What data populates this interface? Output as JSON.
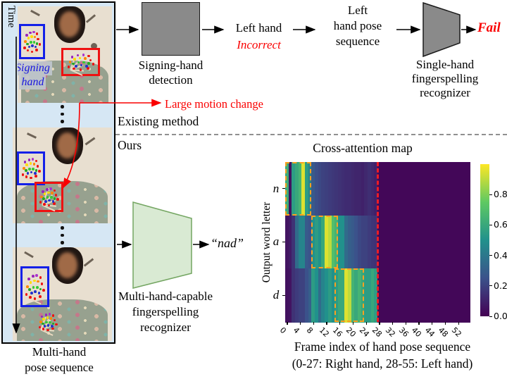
{
  "colors": {
    "panel_bg": "#d6e7f4",
    "signing_hand_box": "#1420e8",
    "non_signing_hand_box": "#ee1111",
    "signing_hand_text": "#1a16e0",
    "gray_block": "#8a8a8a",
    "green_trapezoid_fill": "#d9ead3",
    "green_trapezoid_border": "#74a662",
    "error_red": "#fa0000",
    "highlight_orange": "#ffa020",
    "red_dashed_line": "#ed1c24",
    "separator_gray": "#909090"
  },
  "left_panel": {
    "time_label": "Time",
    "signing_hand_label": [
      "Signing",
      "hand"
    ],
    "caption": [
      "Multi-hand",
      "pose sequence"
    ]
  },
  "existing": {
    "section_label": "Existing method",
    "detection_label": [
      "Signing-hand",
      "detection"
    ],
    "detection_output": [
      "Left hand",
      "Incorrect"
    ],
    "pose_seq_label": [
      "Left",
      "hand pose",
      "sequence"
    ],
    "recognizer_label": [
      "Single-hand",
      "fingerspelling",
      "recognizer"
    ],
    "fail_label": "Fail",
    "motion_label": "Large motion change"
  },
  "ours": {
    "section_label": "Ours",
    "recognizer_label": [
      "Multi-hand-capable",
      "fingerspelling",
      "recognizer"
    ],
    "output_label": "“nad”"
  },
  "chart_data": {
    "type": "heatmap",
    "title": "Cross-attention map",
    "ylabel": "Output word letter",
    "xlabel": [
      "Frame index of hand pose sequence",
      "(0-27: Right hand, 28-55: Left hand)"
    ],
    "row_labels": [
      "n",
      "a",
      "d"
    ],
    "n_frames": 56,
    "x_tick_labels": [
      0,
      4,
      8,
      12,
      16,
      20,
      24,
      28,
      32,
      36,
      40,
      44,
      48,
      52
    ],
    "colorbar_ticks": [
      0.0,
      0.2,
      0.4,
      0.6,
      0.8
    ],
    "vmin": 0.0,
    "vmax": 1.0,
    "colormap": "viridis",
    "legend_position": "right-colorbar",
    "red_dashed_line_frame": 28,
    "highlight_boxes": [
      {
        "row": 0,
        "frame_start": 0,
        "frame_end": 8
      },
      {
        "row": 1,
        "frame_start": 8,
        "frame_end": 16
      },
      {
        "row": 2,
        "frame_start": 15,
        "frame_end": 24
      }
    ],
    "series": [
      {
        "name": "n",
        "values": [
          0.62,
          0.05,
          0.55,
          0.6,
          0.65,
          0.95,
          0.55,
          0.45,
          0.28,
          0.24,
          0.22,
          0.2,
          0.19,
          0.18,
          0.17,
          0.16,
          0.15,
          0.14,
          0.13,
          0.13,
          0.12,
          0.11,
          0.11,
          0.1,
          0.12,
          0.14,
          0.12,
          0.1,
          0.02,
          0.02,
          0.02,
          0.02,
          0.02,
          0.02,
          0.02,
          0.02,
          0.02,
          0.02,
          0.02,
          0.02,
          0.02,
          0.02,
          0.02,
          0.02,
          0.02,
          0.02,
          0.02,
          0.02,
          0.02,
          0.02,
          0.02,
          0.02,
          0.02,
          0.02,
          0.02,
          0.02
        ]
      },
      {
        "name": "a",
        "values": [
          0.06,
          0.08,
          0.15,
          0.35,
          0.45,
          0.45,
          0.28,
          0.25,
          0.5,
          0.55,
          0.5,
          0.6,
          0.95,
          0.9,
          0.7,
          0.65,
          0.5,
          0.5,
          0.35,
          0.3,
          0.28,
          0.25,
          0.22,
          0.2,
          0.2,
          0.18,
          0.16,
          0.15,
          0.02,
          0.02,
          0.02,
          0.02,
          0.02,
          0.02,
          0.02,
          0.02,
          0.02,
          0.02,
          0.02,
          0.02,
          0.02,
          0.02,
          0.02,
          0.02,
          0.02,
          0.02,
          0.02,
          0.02,
          0.02,
          0.02,
          0.02,
          0.02,
          0.02,
          0.02,
          0.02,
          0.02
        ]
      },
      {
        "name": "d",
        "values": [
          0.05,
          0.06,
          0.15,
          0.18,
          0.2,
          0.2,
          0.25,
          0.3,
          0.55,
          0.5,
          0.35,
          0.45,
          0.5,
          0.55,
          0.5,
          0.55,
          0.6,
          0.6,
          0.95,
          0.9,
          0.65,
          0.6,
          0.65,
          0.6,
          0.55,
          0.55,
          0.6,
          0.55,
          0.02,
          0.02,
          0.02,
          0.02,
          0.02,
          0.02,
          0.02,
          0.02,
          0.02,
          0.02,
          0.02,
          0.02,
          0.02,
          0.02,
          0.02,
          0.02,
          0.02,
          0.02,
          0.02,
          0.02,
          0.02,
          0.02,
          0.02,
          0.02,
          0.02,
          0.02,
          0.02,
          0.02
        ]
      }
    ]
  }
}
